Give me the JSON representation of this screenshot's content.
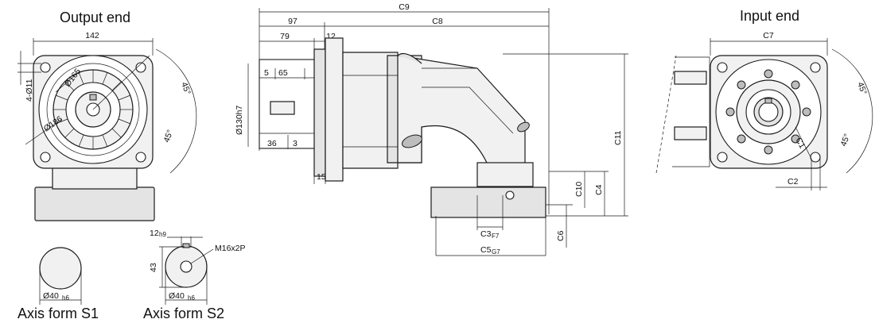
{
  "labels": {
    "output_end": "Output end",
    "input_end": "Input end",
    "axis_s1": "Axis form S1",
    "axis_s2": "Axis form S2"
  },
  "dims": {
    "d142": "142",
    "d4_11": "4-Ø11",
    "d165": "Ø165",
    "d186": "Ø186",
    "a45_1": "45°",
    "a45_2": "45°",
    "c9": "C9",
    "d97": "97",
    "c8": "C8",
    "d79": "79",
    "d12": "12",
    "d5": "5",
    "d65": "65",
    "d130h7": "Ø130h7",
    "d36": "36",
    "d3": "3",
    "d15": "15",
    "c11": "C11",
    "c10": "C10",
    "c4": "C4",
    "c3": "C3",
    "c3_tol": "F7",
    "c6": "C6",
    "c5": "C5",
    "c5_tol": "G7",
    "c7": "C7",
    "a45_3": "45°",
    "a45_4": "45°",
    "c1": "C1",
    "c2": "C2",
    "s1_d": "Ø40",
    "s1_tol": "h6",
    "s2_12": "12",
    "s2_12_tol": "h9",
    "s2_43": "43",
    "s2_thread": "M16x2P",
    "s2_d": "Ø40",
    "s2_tol": "h6"
  }
}
